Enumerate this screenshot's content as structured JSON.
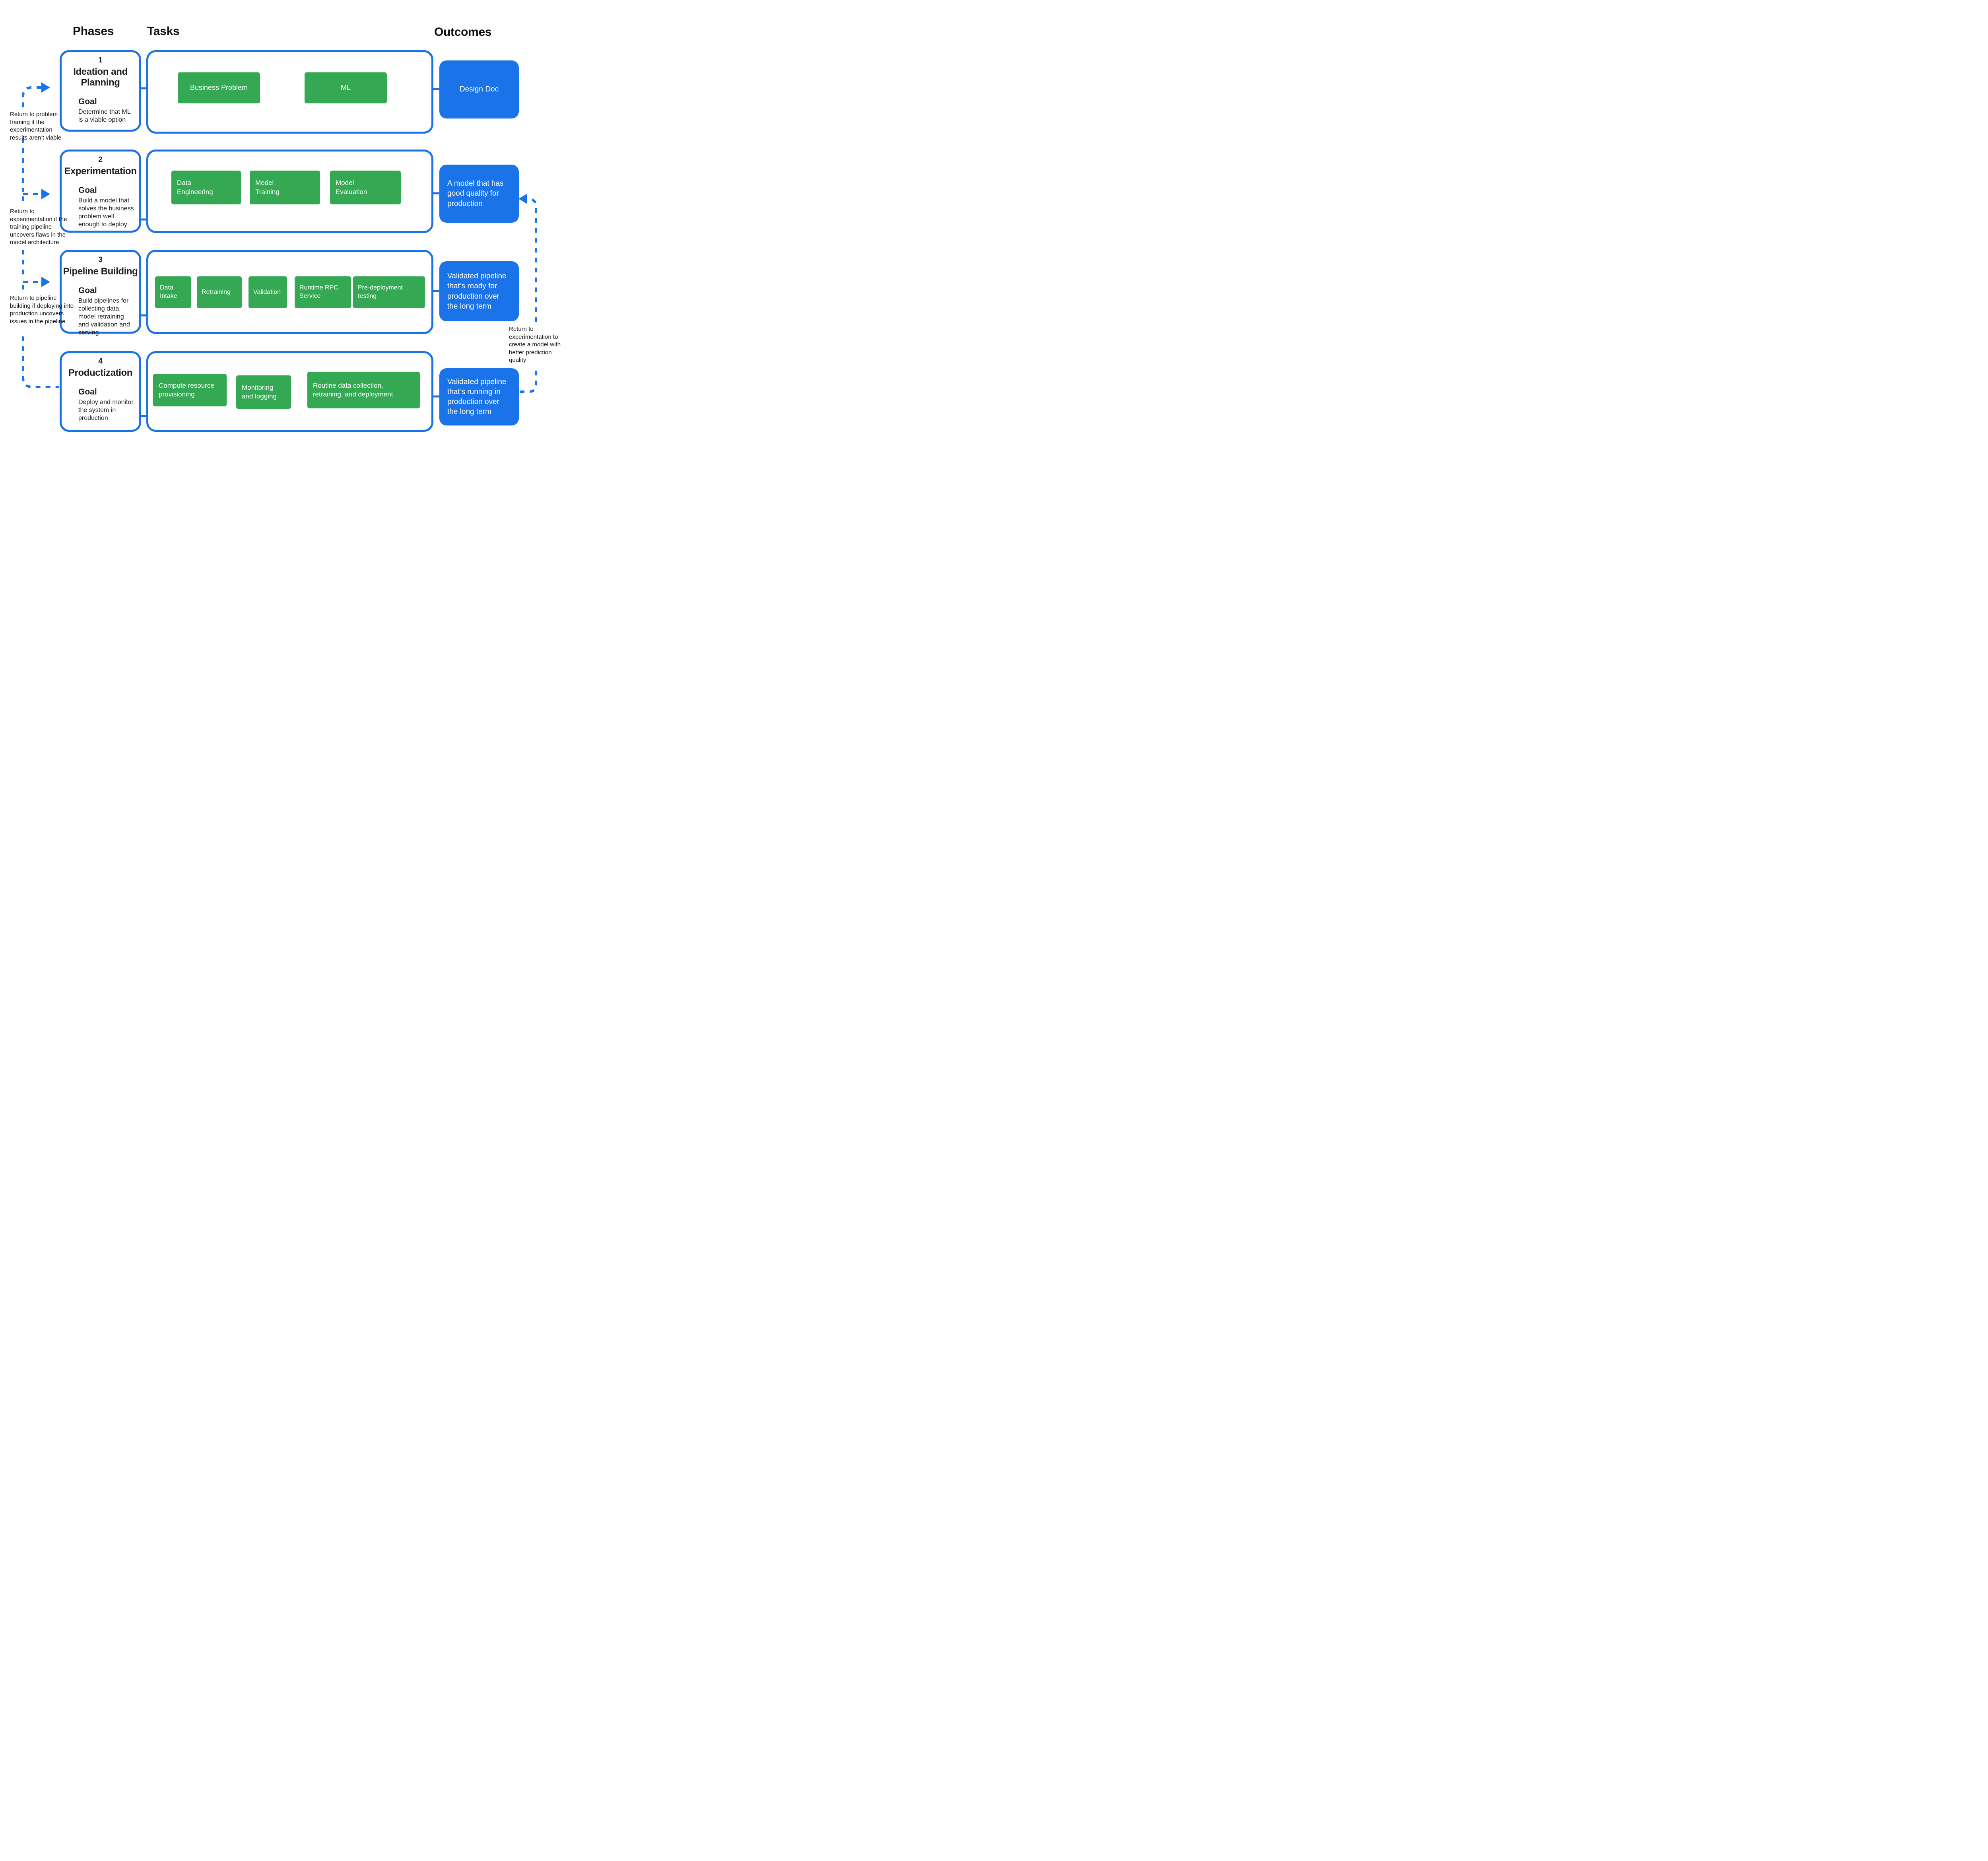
{
  "headers": {
    "phases": "Phases",
    "tasks": "Tasks",
    "outcomes": "Outcomes"
  },
  "phases": [
    {
      "number": "1",
      "title": "Ideation and Planning",
      "goal_label": "Goal",
      "goal": "Determine that ML is a viable option",
      "tasks": [
        "Business Problem",
        "ML"
      ],
      "outcome": "Design Doc"
    },
    {
      "number": "2",
      "title": "Experimentation",
      "goal_label": "Goal",
      "goal": "Build a model that solves the business problem well enough to deploy",
      "tasks": [
        "Data Engineering",
        "Model Training",
        "Model Evaluation"
      ],
      "outcome": "A model that has good quality for production"
    },
    {
      "number": "3",
      "title": "Pipeline Building",
      "goal_label": "Goal",
      "goal": "Build pipelines for collecting data, model retraining and validation and serving",
      "tasks": [
        "Data Intake",
        "Retraining",
        "Validation",
        "Runtime RPC Service",
        "Pre-deployment testing"
      ],
      "outcome": "Validated pipeline that’s ready for production over the long term"
    },
    {
      "number": "4",
      "title": "Productization",
      "goal_label": "Goal",
      "goal": "Deploy and monitor the system in production",
      "tasks": [
        "Compute resource provisioning",
        "Monitoring and logging",
        "Routine data collection, retraining, and deployment"
      ],
      "outcome": "Validated pipeline that’s running in production over the long term"
    }
  ],
  "annotations": {
    "return_problem_framing": "Return to problem framing if the experimentation results aren’t viable",
    "return_experimentation_training": "Return to experimentation if the training pipeline uncovers flaws in the model architecture",
    "return_pipeline_building": "Return to pipeline building if deploying into production uncovers issues in the pipeline",
    "return_experimentation_quality": "Return to experimentation to create a model with better prediction quality"
  },
  "colors": {
    "green": "#34A853",
    "blue": "#1A73E8"
  }
}
